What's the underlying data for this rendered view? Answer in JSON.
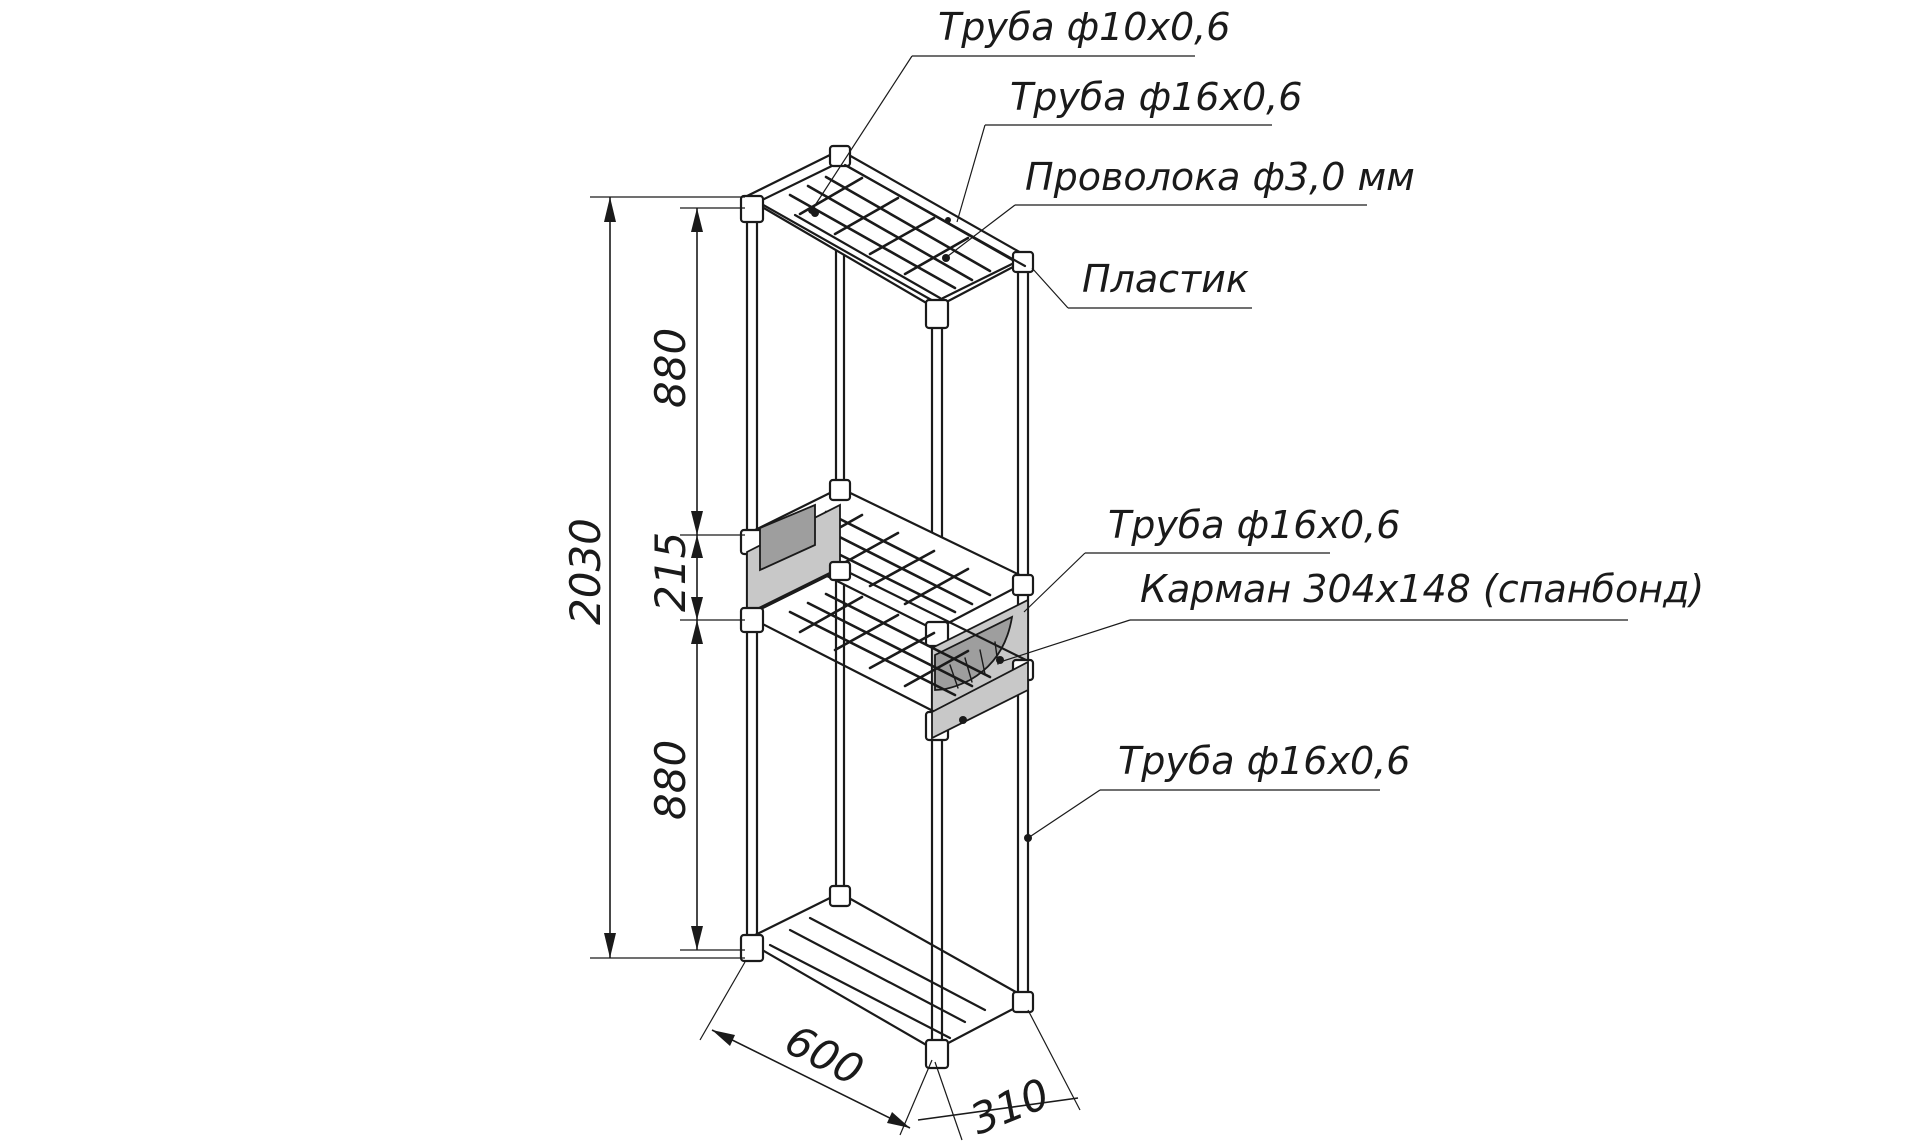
{
  "callouts": [
    {
      "text": "Труба ф10х0,6"
    },
    {
      "text": "Труба ф16х0,6"
    },
    {
      "text": "Проволока ф3,0 мм"
    },
    {
      "text": "Пластик"
    },
    {
      "text": "Труба ф16х0,6"
    },
    {
      "text": "Карман 304х148 (спанбонд)"
    },
    {
      "text": "Труба ф16х0,6"
    }
  ],
  "dimensions": {
    "total_height": "2030",
    "upper_section": "880",
    "pocket_section": "215",
    "lower_section": "880",
    "width": "600",
    "depth": "310"
  }
}
